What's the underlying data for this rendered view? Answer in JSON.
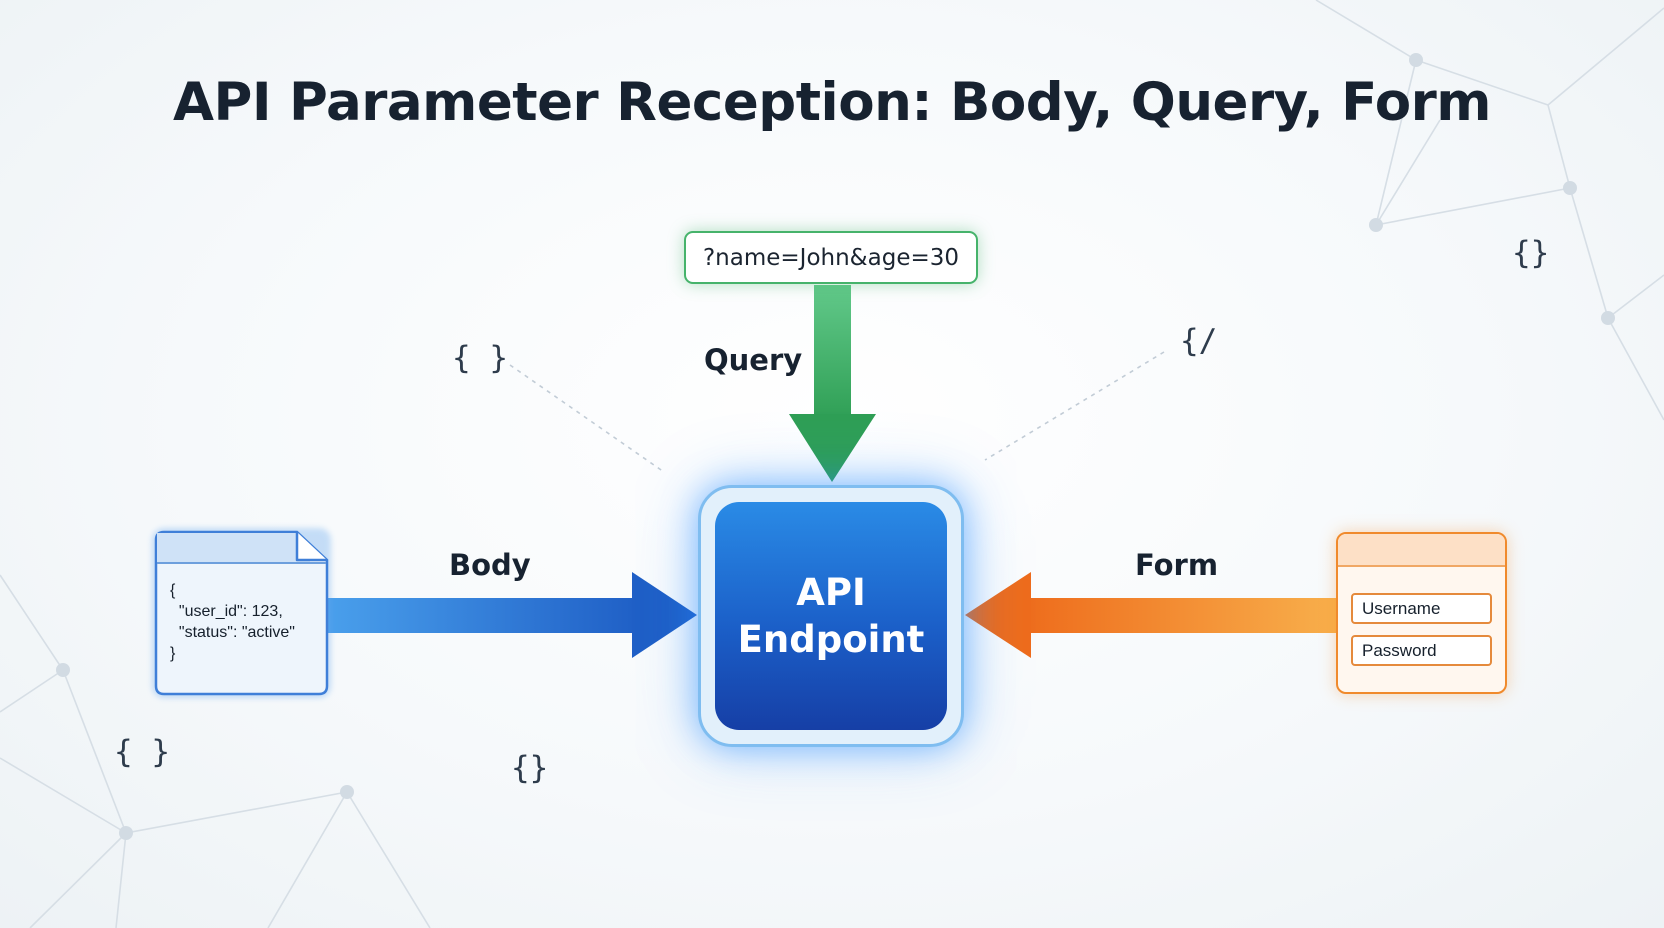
{
  "title": "API Parameter Reception: Body, Query, Form",
  "query": {
    "label": "Query",
    "example": "?name=John&age=30"
  },
  "body": {
    "label": "Body",
    "json_lines": [
      "{",
      "  \"user_id\": 123,",
      "  \"status\": \"active\"",
      "}"
    ]
  },
  "form": {
    "label": "Form",
    "fields": [
      "Username",
      "Password"
    ]
  },
  "endpoint": {
    "lines": [
      "API",
      "Endpoint"
    ]
  },
  "decorations": {
    "braces": [
      "{ }",
      "{/",
      "{}",
      "{ }",
      "{}"
    ]
  },
  "colors": {
    "body": "#2d7ddb",
    "query": "#3cae64",
    "form": "#f07e24",
    "endpoint": "#1b5fc8",
    "title": "#172230"
  }
}
